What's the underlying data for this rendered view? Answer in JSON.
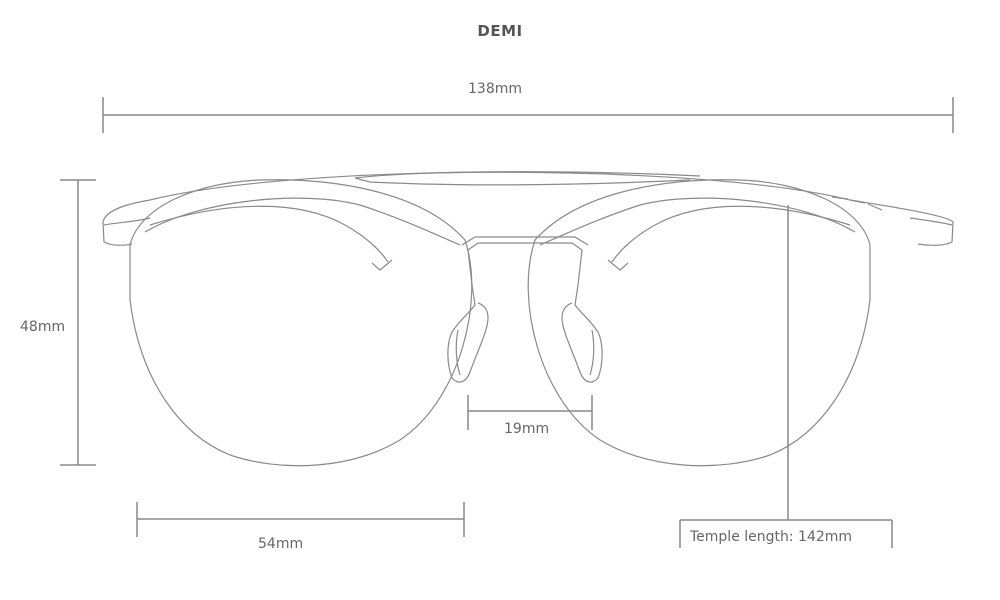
{
  "title": "DEMI",
  "dimensions": {
    "total_width": "138mm",
    "lens_height": "48mm",
    "bridge_width": "19mm",
    "lens_width": "54mm",
    "temple_length": "Temple length: 142mm"
  },
  "colors": {
    "frame_line": "#8a8a8a",
    "dimension_line": "#888888",
    "text": "#555555"
  }
}
